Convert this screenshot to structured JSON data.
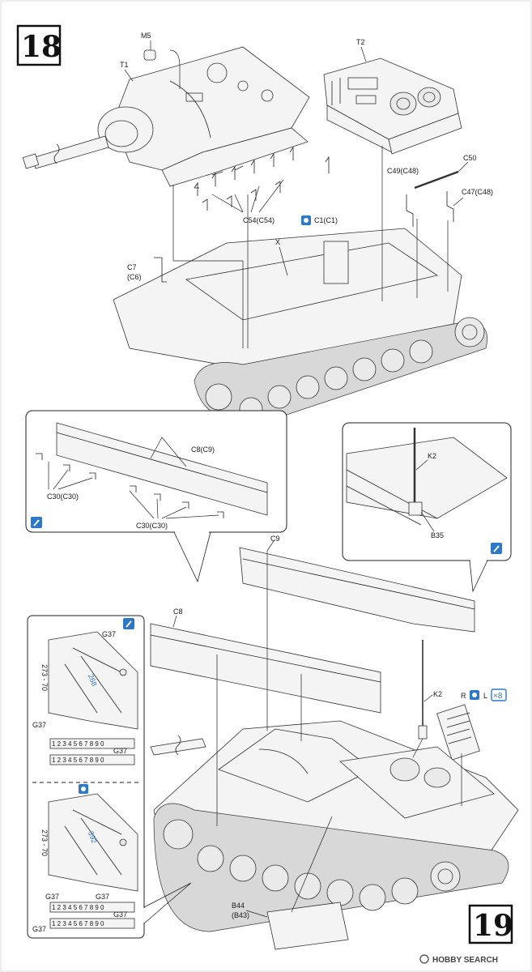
{
  "steps": {
    "current": "18",
    "next": "19"
  },
  "labels": {
    "m5": "M5",
    "t1": "T1",
    "t2": "T2",
    "c50": "C50",
    "c49": "C49(C48)",
    "c47": "C47(C48)",
    "c54": "C54(C54)",
    "c1": "C1(C1)",
    "x": "X",
    "c7": "C7",
    "c6": "(C6)",
    "c8c9": "C8(C9)",
    "c30a": "C30(C30)",
    "c30b": "C30(C30)",
    "k2_top": "K2",
    "b35": "B35",
    "c9": "C9",
    "c8": "C8",
    "k2_mid": "K2",
    "r": "R",
    "l": "L",
    "x8": "×8",
    "g37_a": "G37",
    "g37_b": "G37",
    "g37_c": "G37",
    "g37_d": "G37",
    "g37_e": "G37",
    "g37_f": "G37",
    "g37_g": "G37",
    "code_a": "273 - 70",
    "code_b": "273 - 70",
    "num_a": "268",
    "num_b": "392",
    "scale_a": "1 2 3 4 5 6 7 8 9 0",
    "scale_b": "1 2 3 4 5 6 7 8 9 0",
    "scale_c": "1 2 3 4 5 6 7 8 9 0",
    "scale_d": "1 2 3 4 5 6 7 8 9 0",
    "b44": "B44",
    "b43": "(B43)"
  },
  "watermark": "HOBBY SEARCH",
  "colors": {
    "accent": "#2e78c8",
    "ink": "#1a1a1a"
  },
  "icons": [
    "paint-brush-icon",
    "glue-icon",
    "repeat-icon"
  ]
}
